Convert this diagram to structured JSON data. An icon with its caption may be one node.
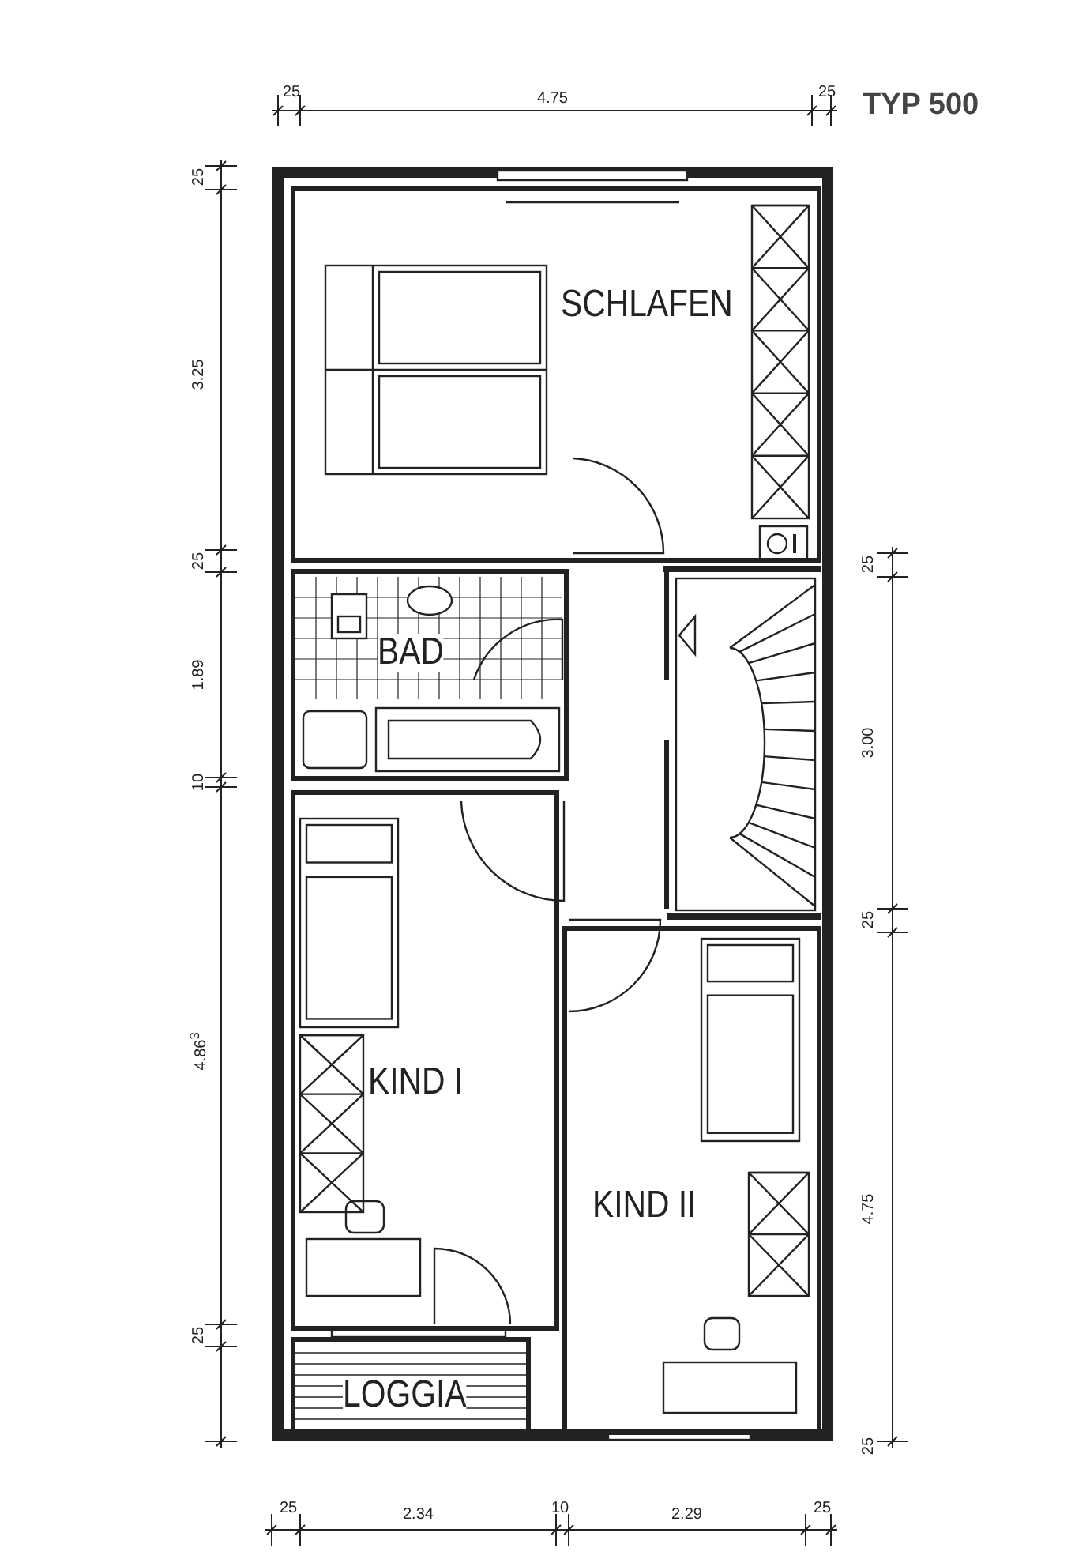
{
  "diagram": {
    "title": "TYP 500",
    "nodes": [
      {
        "text": [
          "SCHLAFEN"
        ]
      },
      {
        "text": [
          "BAD"
        ]
      },
      {
        "text": [
          "KIND I"
        ]
      },
      {
        "text": [
          "KIND II"
        ]
      },
      {
        "text": [
          "LOGGIA"
        ]
      }
    ],
    "labels": [
      "25",
      "4.75",
      "25",
      "25",
      "3.25",
      "25",
      "1.89",
      "10",
      "4.86$^{3}$",
      "25",
      "25",
      "3.00",
      "25",
      "4.75",
      "25",
      "25",
      "2.34",
      "10",
      "2.29",
      "25"
    ]
  }
}
